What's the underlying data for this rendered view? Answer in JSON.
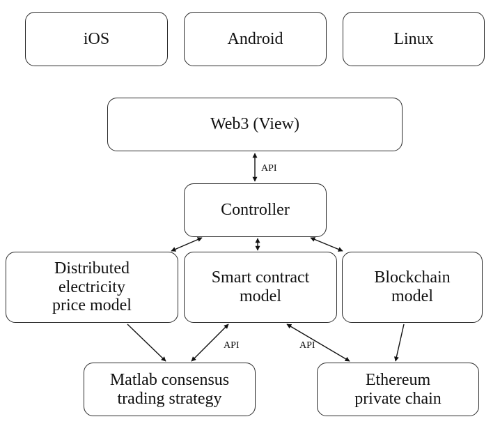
{
  "platforms": {
    "ios": "iOS",
    "android": "Android",
    "linux": "Linux"
  },
  "layers": {
    "view": "Web3 (View)",
    "controller": "Controller"
  },
  "models": {
    "price_model": "Distributed\nelectricity\nprice model",
    "smart_contract": "Smart contract\nmodel",
    "blockchain": "Blockchain\nmodel"
  },
  "backends": {
    "matlab": "Matlab consensus\ntrading strategy",
    "ethereum": "Ethereum\nprivate chain"
  },
  "connectors": {
    "view_controller": "API",
    "smart_matlab": "API",
    "smart_ethereum": "API"
  }
}
